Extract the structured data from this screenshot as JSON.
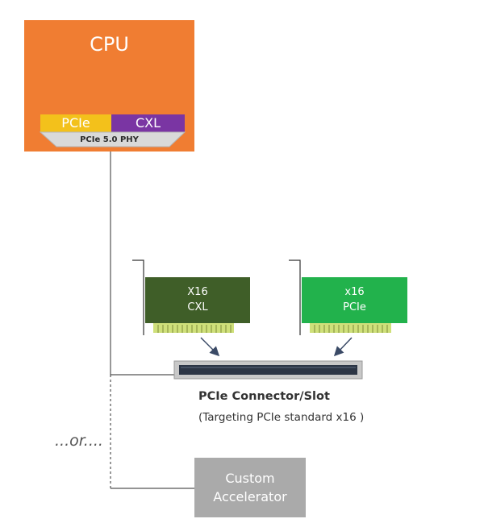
{
  "cpu": {
    "title": "CPU",
    "pcie_label": "PCIe",
    "cxl_label": "CXL",
    "phy_label": "PCIe 5.0 PHY"
  },
  "cards": {
    "cxl_card": {
      "line1": "X16",
      "line2": "CXL"
    },
    "pcie_card": {
      "line1": "x16",
      "line2": "PCIe"
    }
  },
  "slot": {
    "label": "PCIe Connector/Slot",
    "sublabel": "(Targeting PCIe standard x16 )"
  },
  "or_text": "...or....",
  "accelerator": {
    "line1": "Custom",
    "line2": "Accelerator"
  },
  "colors": {
    "cpu": "#f07d32",
    "pcie": "#f3c11b",
    "cxl": "#7a35a3",
    "cxl_card": "#3f5e28",
    "pcie_card": "#22b24c",
    "gold_fingers": "#cfe07a",
    "accelerator": "#aaaaaa"
  }
}
